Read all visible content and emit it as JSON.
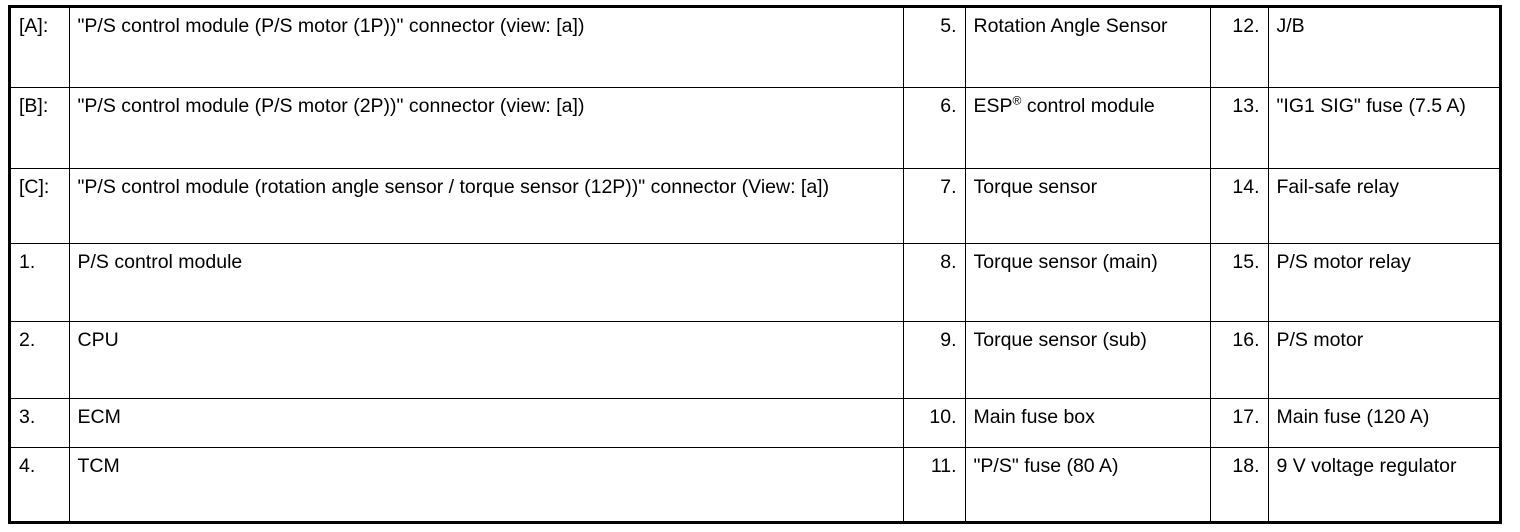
{
  "document": {
    "type": "component-legend-table",
    "border_color": "#000000",
    "background_color": "#ffffff",
    "text_color": "#000000"
  },
  "table": {
    "columns": 6,
    "rows": 7,
    "left_group": {
      "keys": [
        "[A]:",
        "[B]:",
        "[C]:",
        "1.",
        "2.",
        "3.",
        "4."
      ],
      "descriptions": [
        "\"P/S control module (P/S motor (1P))\" connector (view: [a])",
        "\"P/S control module (P/S motor (2P))\" connector (view: [a])",
        "\"P/S control module (rotation angle sensor / torque sensor (12P))\" connector (View: [a])",
        "P/S control module",
        "CPU",
        "ECM",
        "TCM"
      ]
    },
    "middle_group": {
      "numbers": [
        "5.",
        "6.",
        "7.",
        "8.",
        "9.",
        "10.",
        "11."
      ],
      "items": [
        "Rotation Angle Sensor",
        "ESP® control module",
        "Torque sensor",
        "Torque sensor (main)",
        "Torque sensor (sub)",
        "Main fuse box",
        "\"P/S\" fuse (80 A)"
      ]
    },
    "right_group": {
      "numbers": [
        "12.",
        "13.",
        "14.",
        "15.",
        "16.",
        "17.",
        "18."
      ],
      "items": [
        "J/B",
        "\"IG1 SIG\" fuse (7.5 A)",
        "Fail-safe relay",
        "P/S motor relay",
        "P/S motor",
        "Main fuse (120 A)",
        "9 V voltage regulator"
      ]
    }
  }
}
